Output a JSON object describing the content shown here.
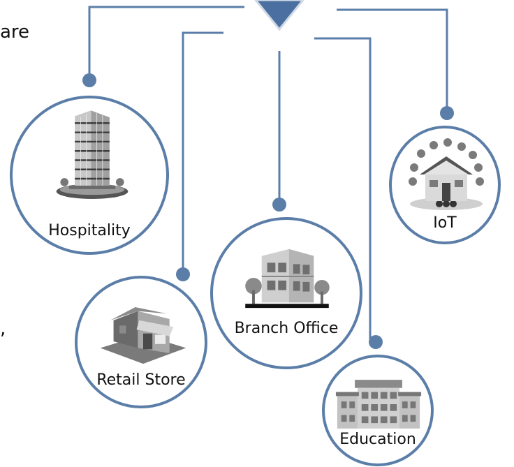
{
  "text_fragments": {
    "top_left": "are",
    "mid_left": ","
  },
  "colors": {
    "line": "#5b7ea8",
    "hub": "#4a6fa0",
    "node_border": "#5b7ea8"
  },
  "nodes": {
    "hospitality": {
      "label": "Hospitality",
      "icon": "high-rise-hotel-icon"
    },
    "retail": {
      "label": "Retail Store",
      "icon": "retail-store-icon"
    },
    "branch": {
      "label": "Branch Office",
      "icon": "office-building-icon"
    },
    "education": {
      "label": "Education",
      "icon": "school-building-icon"
    },
    "iot": {
      "label": "IoT",
      "icon": "smart-home-icon"
    }
  }
}
